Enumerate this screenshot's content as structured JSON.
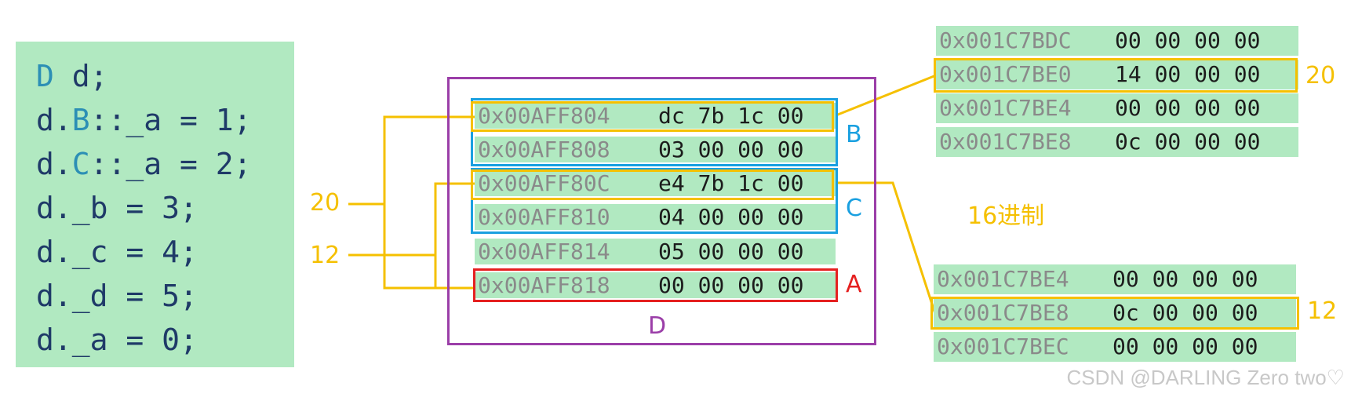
{
  "code": [
    {
      "parts": [
        "D",
        " d;"
      ]
    },
    {
      "parts": [
        "d.",
        "B",
        "::_a = 1;"
      ]
    },
    {
      "parts": [
        "d.",
        "C",
        "::_a = 2;"
      ]
    },
    {
      "parts": [
        "d._b = 3;"
      ]
    },
    {
      "parts": [
        "d._c = 4;"
      ]
    },
    {
      "parts": [
        "d._d = 5;"
      ]
    },
    {
      "parts": [
        "d._a = 0;"
      ]
    }
  ],
  "memory_main": [
    {
      "addr": "0x00AFF804",
      "bytes": "dc 7b 1c 00"
    },
    {
      "addr": "0x00AFF808",
      "bytes": "03 00 00 00"
    },
    {
      "addr": "0x00AFF80C",
      "bytes": "e4 7b 1c 00"
    },
    {
      "addr": "0x00AFF810",
      "bytes": "04 00 00 00"
    },
    {
      "addr": "0x00AFF814",
      "bytes": "05 00 00 00"
    },
    {
      "addr": "0x00AFF818",
      "bytes": "00 00 00 00"
    }
  ],
  "memory_top_right": [
    {
      "addr": "0x001C7BDC",
      "bytes": "00 00 00 00"
    },
    {
      "addr": "0x001C7BE0",
      "bytes": "14 00 00 00"
    },
    {
      "addr": "0x001C7BE4",
      "bytes": "00 00 00 00"
    },
    {
      "addr": "0x001C7BE8",
      "bytes": "0c 00 00 00"
    }
  ],
  "memory_bottom_right": [
    {
      "addr": "0x001C7BE4",
      "bytes": "00 00 00 00"
    },
    {
      "addr": "0x001C7BE8",
      "bytes": "0c 00 00 00"
    },
    {
      "addr": "0x001C7BEC",
      "bytes": "00 00 00 00"
    }
  ],
  "labels": {
    "B": "B",
    "C": "C",
    "A": "A",
    "D": "D",
    "offset_20_left": "20",
    "offset_12_left": "12",
    "offset_20_right": "20",
    "offset_12_right": "12",
    "hex_note": "16进制"
  },
  "watermark": "CSDN @DARLING Zero two♡",
  "colors": {
    "panel_bg": "#b1e9c1",
    "box_D": "#9b3ea8",
    "box_B_C": "#1aa0e0",
    "box_A": "#e52020",
    "highlight": "#f5c000"
  }
}
